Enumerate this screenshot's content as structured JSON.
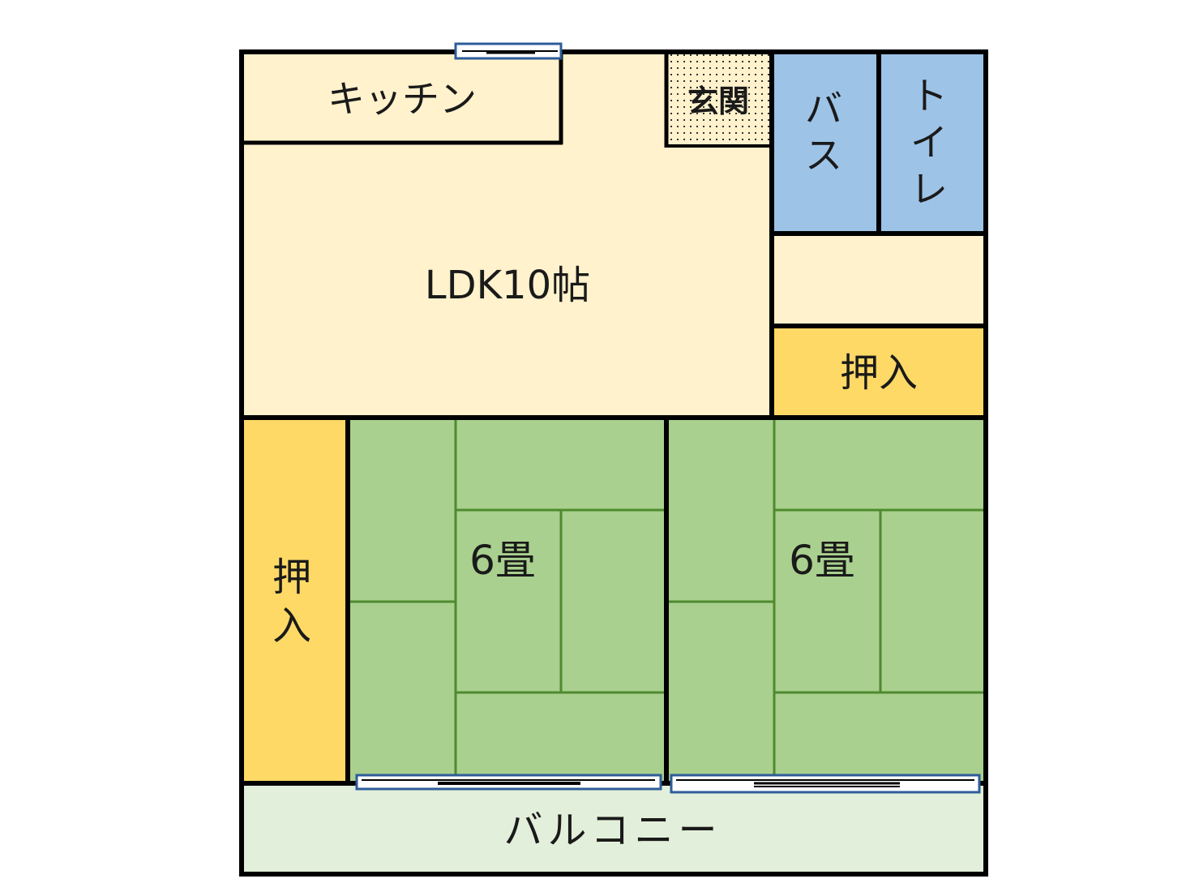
{
  "floorplan": {
    "rooms": {
      "kitchen": {
        "label": "キッチン",
        "color": "#fff2cc"
      },
      "ldk": {
        "label": "LDK10帖",
        "color": "#fff2cc"
      },
      "entrance": {
        "label": "玄関",
        "color": "#fff2cc"
      },
      "bath": {
        "label": "バス",
        "color": "#9dc3e6"
      },
      "toilet": {
        "label": "トイレ",
        "color": "#9dc3e6"
      },
      "hall": {
        "label": "",
        "color": "#fff2cc"
      },
      "closet_right": {
        "label": "押入",
        "color": "#ffd966"
      },
      "closet_left": {
        "label": "押入",
        "color": "#ffd966"
      },
      "tatami_left": {
        "label": "6畳",
        "color": "#a9d08e"
      },
      "tatami_right": {
        "label": "6畳",
        "color": "#a9d08e"
      },
      "balcony": {
        "label": "バルコニー",
        "color": "#e2efda"
      }
    },
    "colors": {
      "wall": "#000000",
      "tatami_seam": "#4f8a2e",
      "window_frame": "#2e5c9a"
    }
  }
}
